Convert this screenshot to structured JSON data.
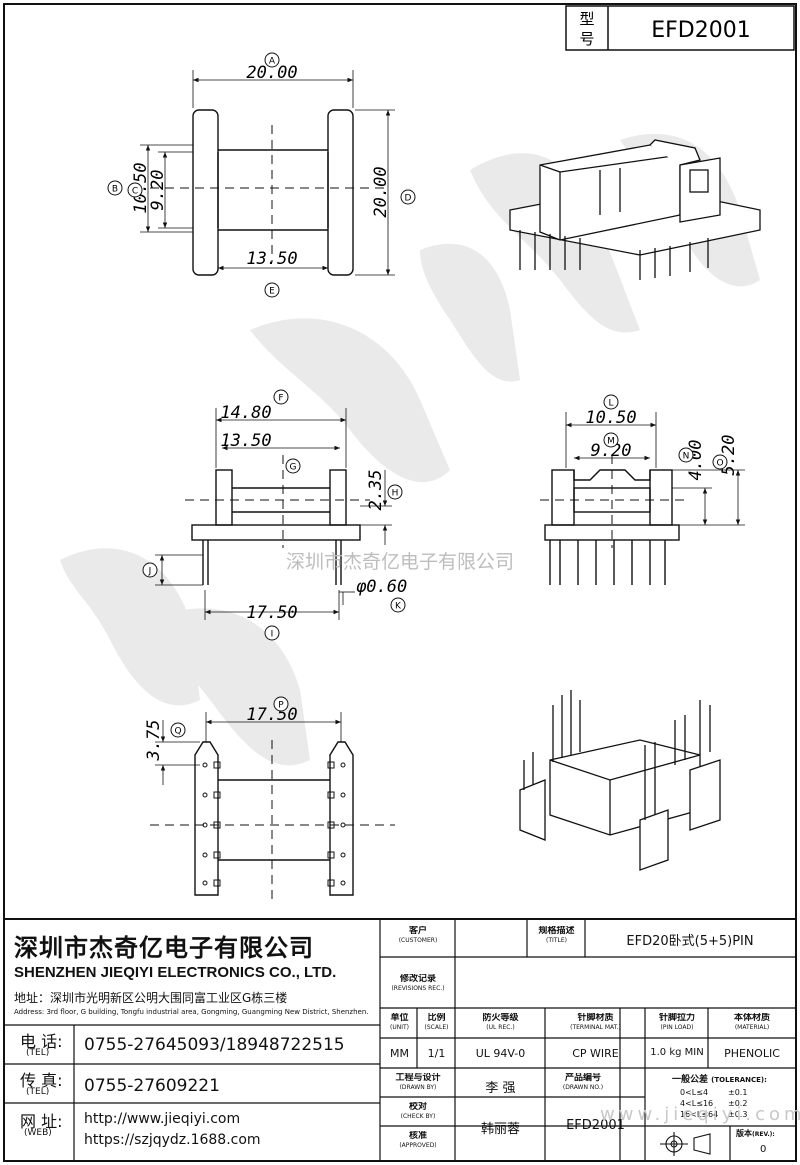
{
  "model_box": {
    "label": "型号",
    "value": "EFD2001"
  },
  "watermark": "深圳市杰奇亿电子有限公司",
  "web_watermark": "www.jieqiyi.com",
  "dimensions": {
    "A": "20.00",
    "B": "10.50",
    "C": "9.20",
    "D": "20.00",
    "E": "13.50",
    "F": "14.80",
    "G": "13.50",
    "H": "2.35",
    "J": "",
    "I": "17.50",
    "K": "φ0.60",
    "L": "10.50",
    "M": "9.20",
    "N": "4.00",
    "O": "5.20",
    "P": "17.50",
    "Q": "3.75"
  },
  "markers": [
    "A",
    "B",
    "C",
    "D",
    "E",
    "F",
    "G",
    "H",
    "I",
    "J",
    "K",
    "L",
    "M",
    "N",
    "O",
    "P",
    "Q"
  ],
  "company": {
    "name_cn": "深圳市杰奇亿电子有限公司",
    "name_en": "SHENZHEN JIEQIYI ELECTRONICS CO., LTD.",
    "address_cn": "地址：深圳市光明新区公明大围同富工业区G栋三楼",
    "address_en": "Address: 3rd floor, G building, Tongfu industrial area, Gongming, Guangming New District, Shenzhen.",
    "tel_label": "电 话:",
    "tel_en": "(TEL)",
    "tel": "0755-27645093/18948722515",
    "fax_label": "传 真:",
    "fax_en": "(TEL)",
    "fax": "0755-27609221",
    "web_label": "网 址:",
    "web_en": "(WEB)",
    "web1": "http://www.jieqiyi.com",
    "web2": "https://szjqydz.1688.com"
  },
  "title_block": {
    "customer_label": "客户",
    "customer_en": "(CUSTOMER)",
    "customer": "",
    "title_label": "规格描述",
    "title_en": "(TITLE)",
    "title": "EFD20卧式(5+5)PIN",
    "rev_label": "修改记录",
    "rev_en": "(REVISIONS REC.)",
    "unit_label": "单位",
    "unit_en": "(UNIT)",
    "unit": "MM",
    "scale_label": "比例",
    "scale_en": "(SCALE)",
    "scale": "1/1",
    "ul_label": "防火等级",
    "ul_en": "(UL REC.)",
    "ul": "UL 94V-0",
    "terminal_label": "针脚材质",
    "terminal_en": "(TERMINAL MAT.)",
    "terminal": "CP WIRE",
    "pinload_label": "针脚拉力",
    "pinload_en": "(PIN LOAD)",
    "pinload": "1.0 kg MIN",
    "material_label": "本体材质",
    "material_en": "(MATERIAL)",
    "material": "PHENOLIC",
    "drawn_label": "工程与设计",
    "drawn_en": "(DRAWN BY)",
    "drawn": "李 强",
    "partno_label": "产品编号",
    "partno_en": "(DRAWN NO.)",
    "partno": "EFD2001",
    "check_label": "校对",
    "check_en": "(CHECK BY)",
    "approved_label": "核准",
    "approved_en": "(APPROVED)",
    "approved": "韩丽蓉",
    "tol_label": "一般公差",
    "tol_en": "(TOLERANCE):",
    "tol_rows": [
      {
        "range": "0<L≤4",
        "tol": "±0.1"
      },
      {
        "range": "4<L≤16",
        "tol": "±0.2"
      },
      {
        "range": "16<L≤64",
        "tol": "±0.3"
      }
    ],
    "version_label": "版本",
    "version_en": "(REV.):",
    "version": "0"
  }
}
